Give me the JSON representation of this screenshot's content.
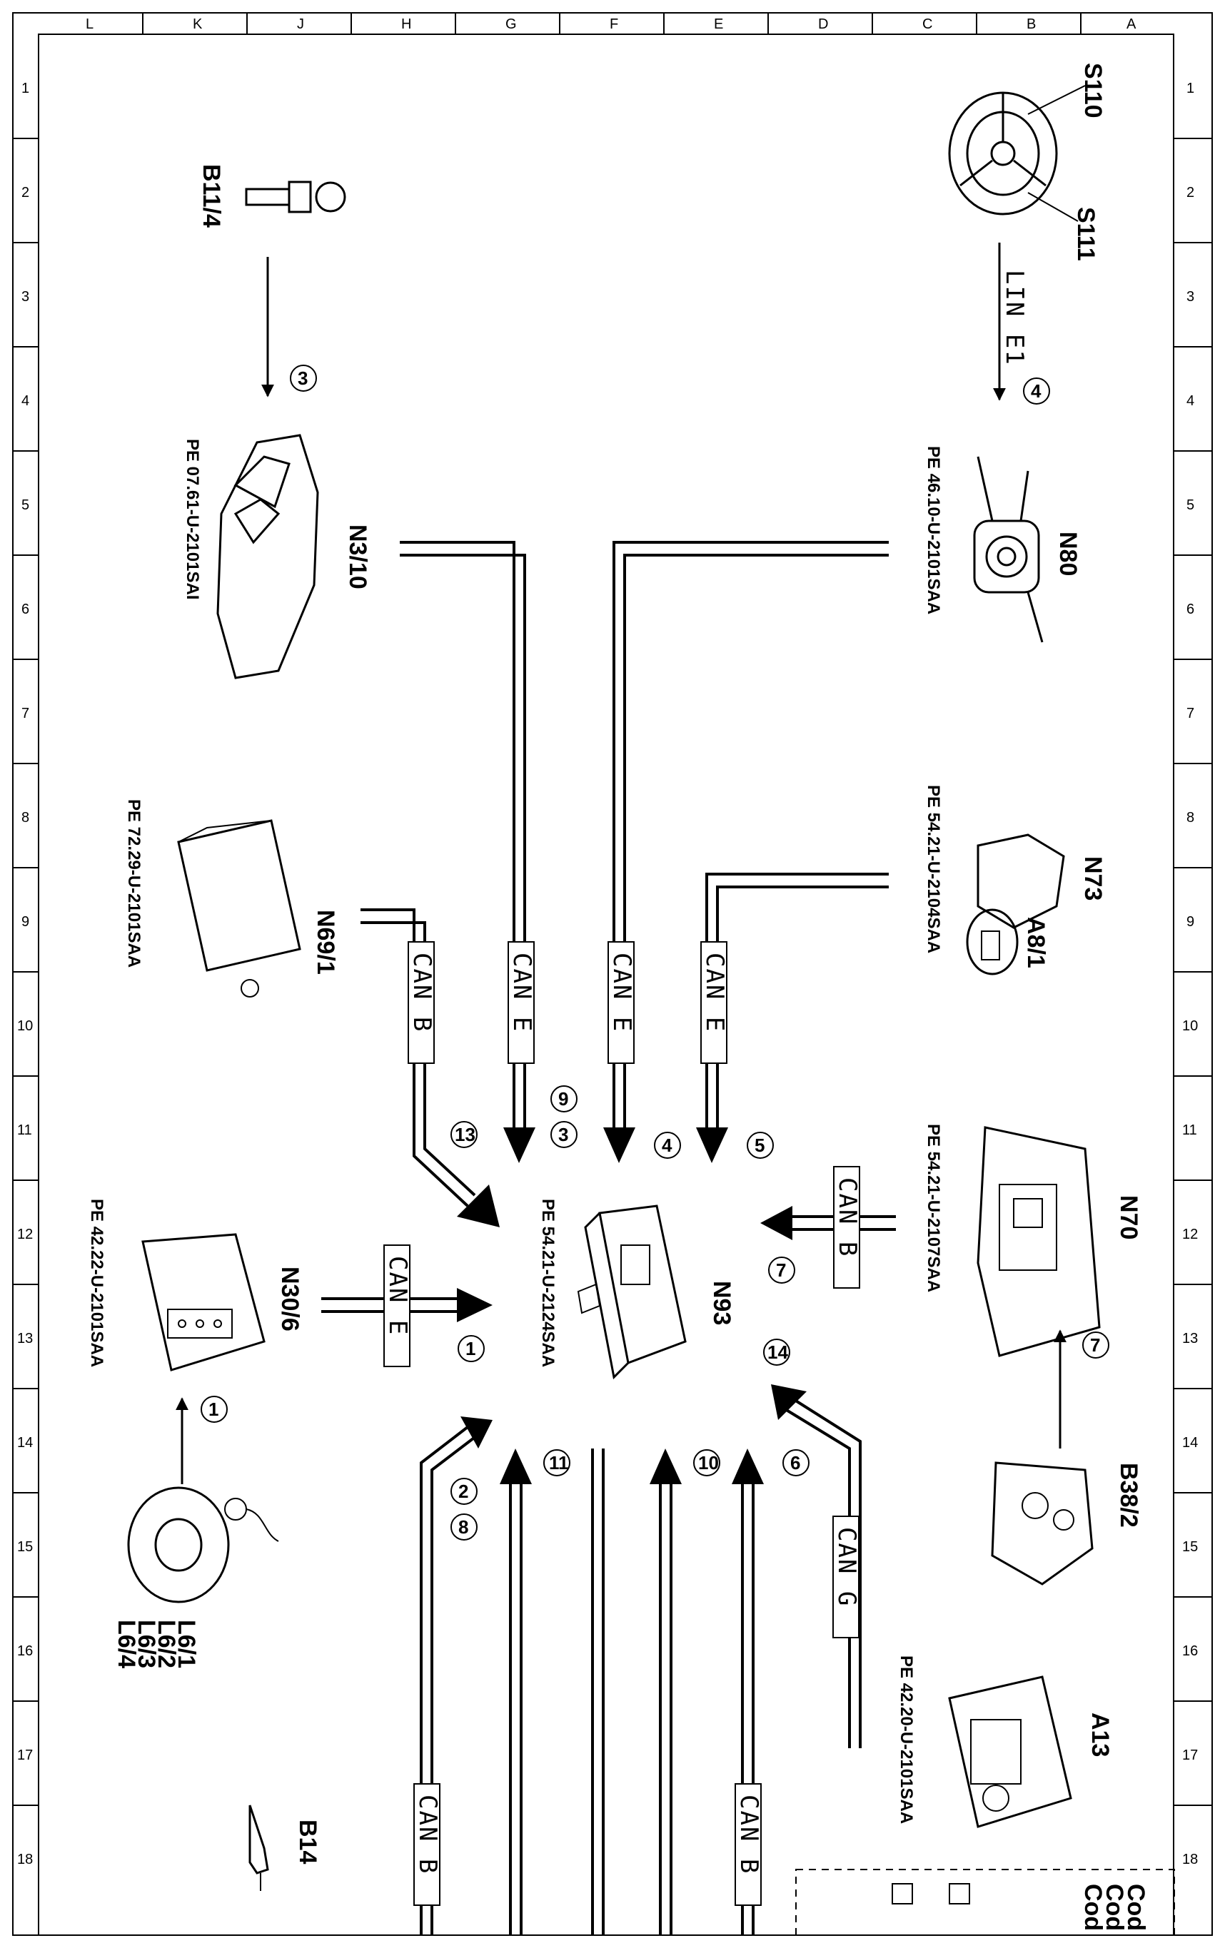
{
  "grid": {
    "letters": [
      "L",
      "K",
      "J",
      "H",
      "G",
      "F",
      "E",
      "D",
      "C",
      "B",
      "A"
    ],
    "numbers": [
      "1",
      "2",
      "3",
      "4",
      "5",
      "6",
      "7",
      "8",
      "9",
      "10",
      "11",
      "12",
      "13",
      "14",
      "15",
      "16",
      "17",
      "18"
    ]
  },
  "components": {
    "S110": "S110",
    "S111": "S111",
    "B11_4": "B11/4",
    "N80": "N80",
    "N3_10": "N3/10",
    "N73": "N73",
    "A8_1": "A8/1",
    "N69_1": "N69/1",
    "N70": "N70",
    "N93": "N93",
    "N30_6": "N30/6",
    "B38_2": "B38/2",
    "L6": [
      "L6/1",
      "L6/2",
      "L6/3",
      "L6/4"
    ],
    "A13": "A13",
    "B14": "B14"
  },
  "references": {
    "N3_10": "PE 07.61-U-2101SAI",
    "N80": "PE 46.10-U-2101SAA",
    "N69_1": "PE 72.29-U-2101SAA",
    "N73": "PE 54.21-U-2104SAA",
    "N70": "PE 54.21-U-2107SAA",
    "N93": "PE 54.21-U-2124SAA",
    "N30_6": "PE 42.22-U-2101SAA",
    "A13": "PE 42.20-U-2101SAA"
  },
  "buses": {
    "lin_e1": "LIN E1",
    "can_b": "CAN B",
    "can_e": "CAN E",
    "can_g": "CAN G"
  },
  "circled_numbers": {
    "n1": "1",
    "n2": "2",
    "n3": "3",
    "n4": "4",
    "n5": "5",
    "n6": "6",
    "n7": "7",
    "n8": "8",
    "n9": "9",
    "n10": "10",
    "n11": "11",
    "n13": "13",
    "n14": "14"
  },
  "legend": {
    "code1": "Cod",
    "code2": "Cod",
    "code3": "Cod"
  }
}
